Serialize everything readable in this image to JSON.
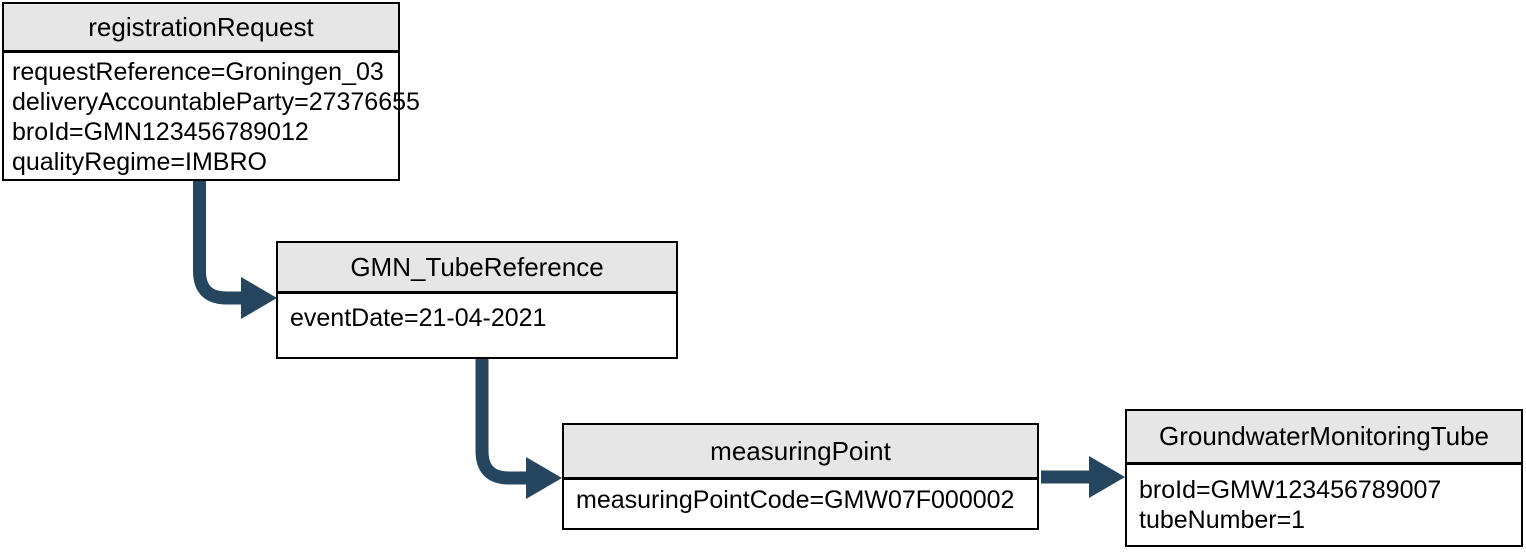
{
  "diagram": {
    "type": "object-flow-diagram",
    "colors": {
      "arrow": "#25465E",
      "header_fill": "#E6E6E6",
      "border": "#000000",
      "background": "#FFFFFF"
    },
    "nodes": [
      {
        "id": "registrationRequest",
        "title": "registrationRequest",
        "fields": [
          "requestReference=Groningen_03",
          "deliveryAccountableParty=27376655",
          "broId=GMN123456789012",
          "qualityRegime=IMBRO"
        ]
      },
      {
        "id": "GMN_TubeReference",
        "title": "GMN_TubeReference",
        "fields": [
          "eventDate=21-04-2021"
        ]
      },
      {
        "id": "measuringPoint",
        "title": "measuringPoint",
        "fields": [
          "measuringPointCode=GMW07F000002"
        ]
      },
      {
        "id": "GroundwaterMonitoringTube",
        "title": "GroundwaterMonitoringTube",
        "fields": [
          "broId=GMW123456789007",
          "tubeNumber=1"
        ]
      }
    ],
    "edges": [
      {
        "from": "registrationRequest",
        "to": "GMN_TubeReference"
      },
      {
        "from": "GMN_TubeReference",
        "to": "measuringPoint"
      },
      {
        "from": "measuringPoint",
        "to": "GroundwaterMonitoringTube"
      }
    ]
  }
}
